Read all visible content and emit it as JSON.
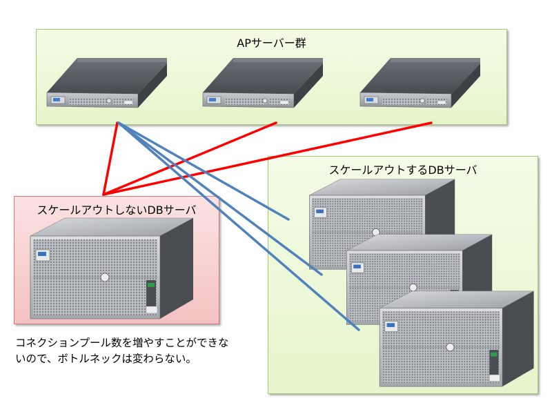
{
  "ap_group": {
    "title": "APサーバー群"
  },
  "scale_out_group": {
    "title": "スケールアウトするDBサーバ"
  },
  "no_scale_out_group": {
    "title": "スケールアウトしないDBサーバ"
  },
  "note": {
    "text": "コネクションプール数を増やすことができないので、ボトルネックは変わらない。"
  },
  "colors": {
    "red_link": "#ff0000",
    "blue_link": "#4f81bd",
    "ap_panel": "#e6f5cc",
    "db_panel_pink": "#f4c2c2"
  },
  "icons": {
    "ap_server": "rack-1u-server-icon",
    "db_server": "rack-4u-server-icon"
  }
}
